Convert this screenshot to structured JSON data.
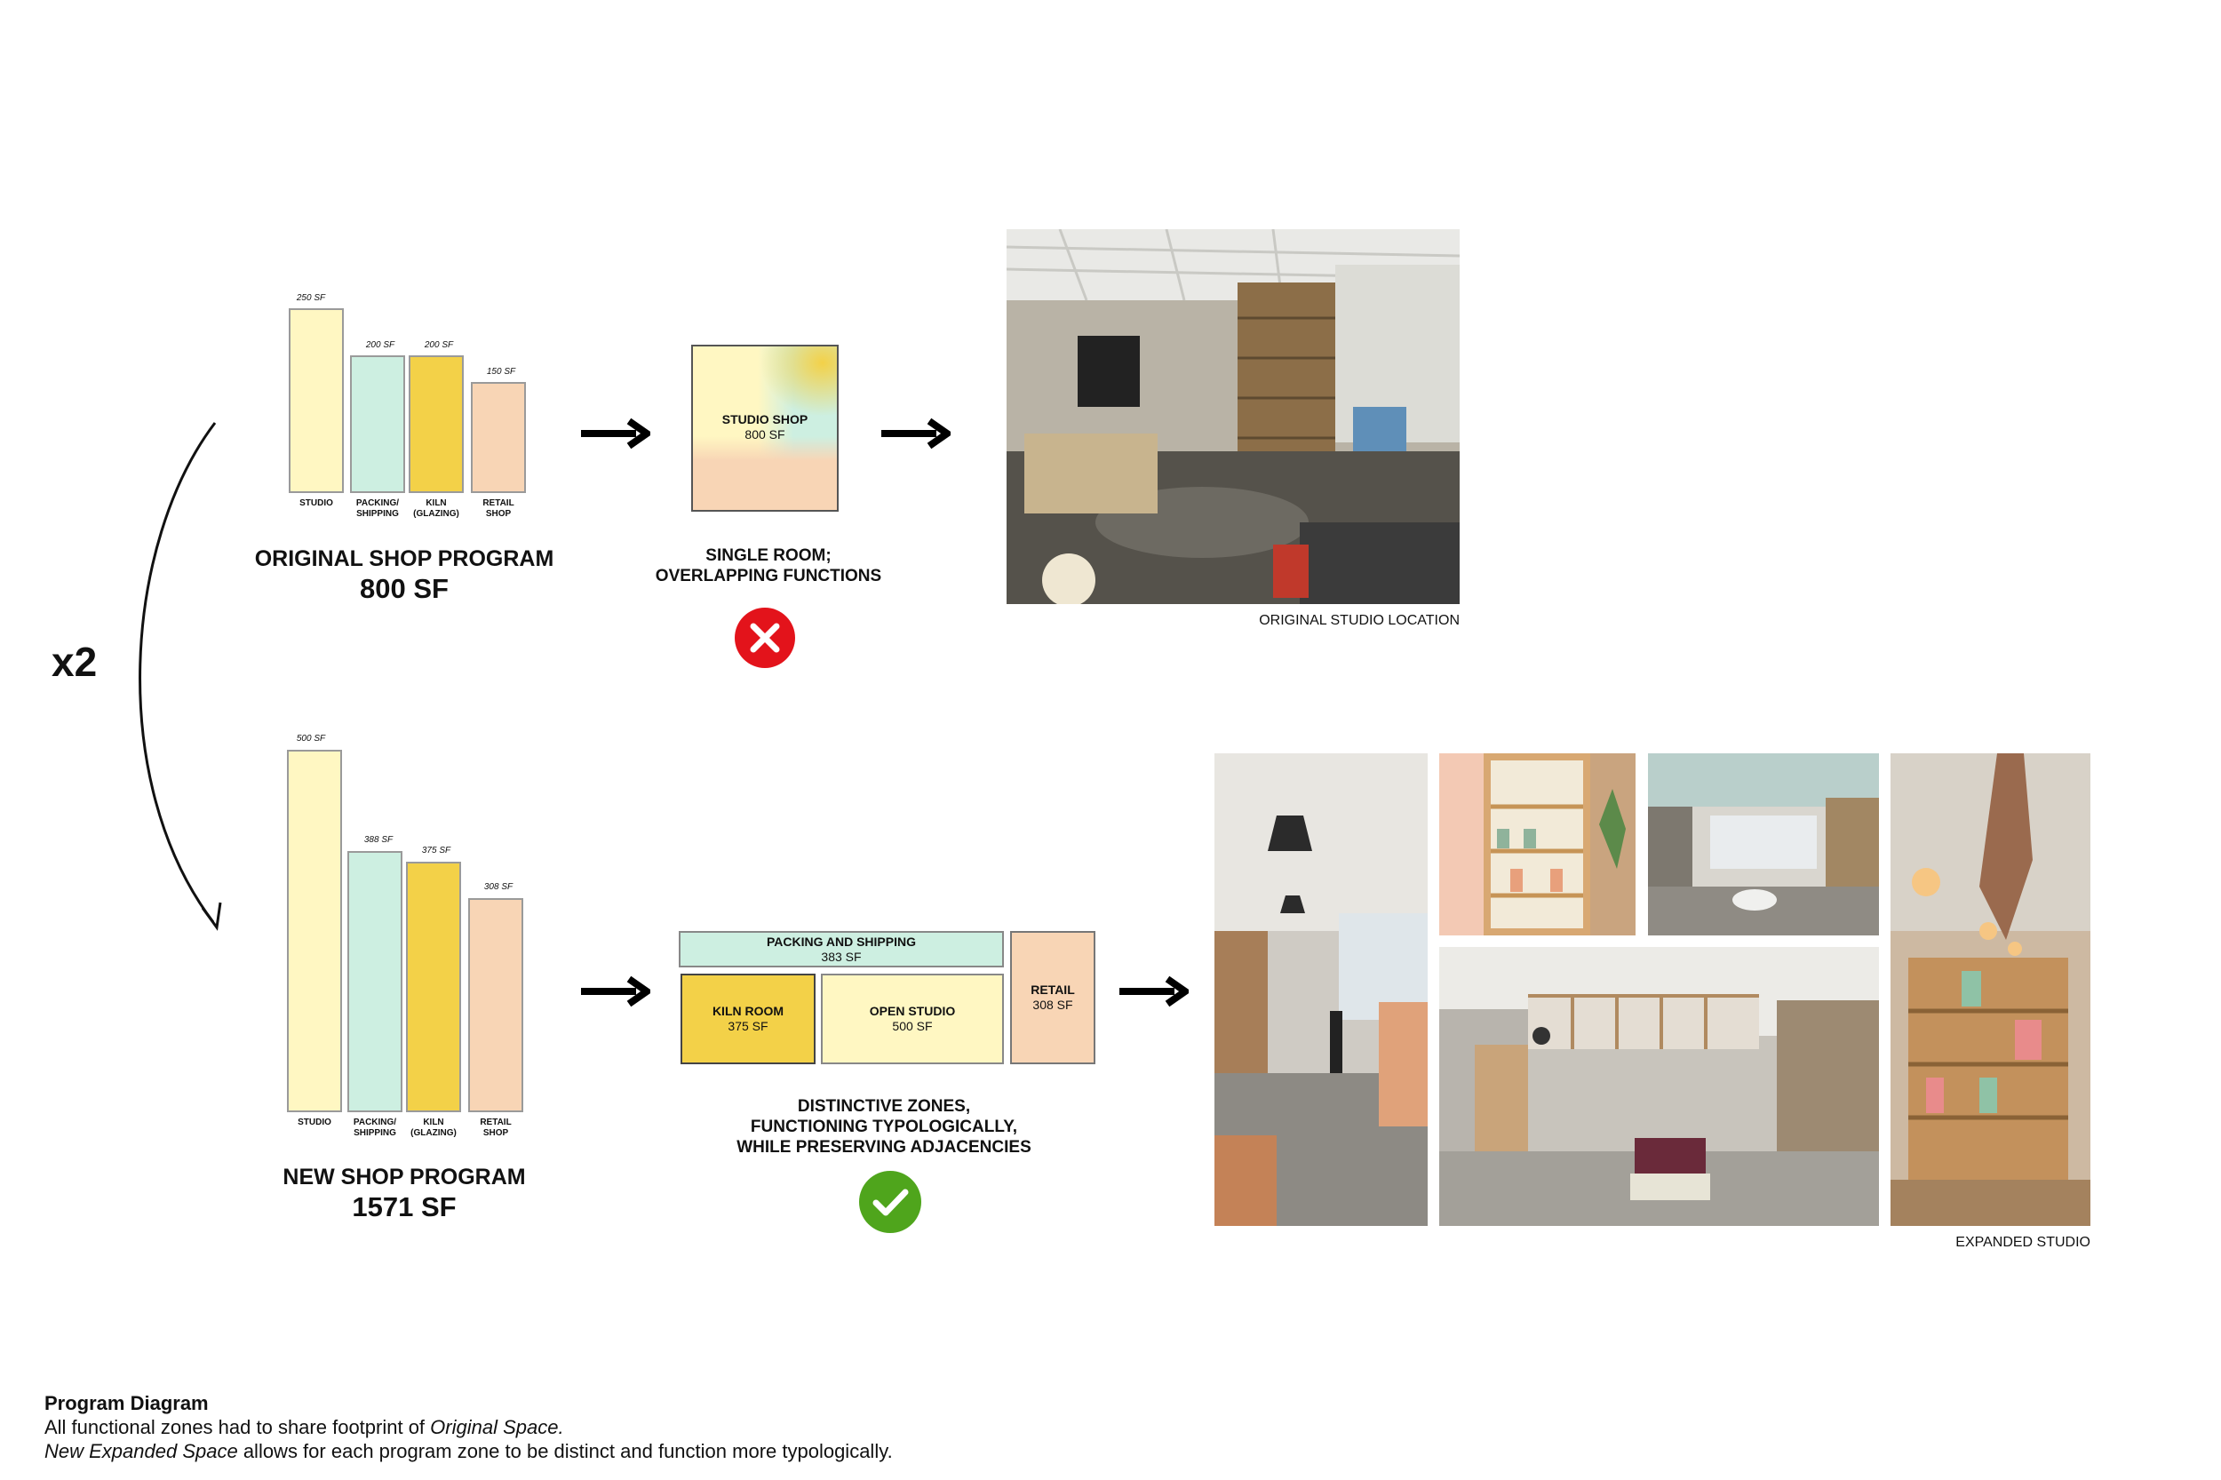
{
  "multiplier": "x2",
  "colors": {
    "studio": "#FFF7C2",
    "packing": "#CDEFE1",
    "kiln": "#F3D148",
    "retail": "#F8D5B5",
    "red": "#E3131B",
    "green": "#4FA51C"
  },
  "original": {
    "bars": [
      {
        "value": "250 SF",
        "label": "STUDIO",
        "sf": 250
      },
      {
        "value": "200 SF",
        "label": "PACKING/\nSHIPPING",
        "sf": 200
      },
      {
        "value": "200 SF",
        "label": "KILN\n(GLAZING)",
        "sf": 200
      },
      {
        "value": "150 SF",
        "label": "RETAIL\nSHOP",
        "sf": 150
      }
    ],
    "title": "ORIGINAL SHOP PROGRAM",
    "total": "800 SF",
    "diagram": {
      "name": "STUDIO SHOP",
      "area": "800 SF"
    },
    "caption": "SINGLE ROOM;\nOVERLAPPING FUNCTIONS",
    "status_icon": "x-icon",
    "photo_caption": "ORIGINAL STUDIO LOCATION"
  },
  "new": {
    "bars": [
      {
        "value": "500 SF",
        "label": "STUDIO",
        "sf": 500
      },
      {
        "value": "388 SF",
        "label": "PACKING/\nSHIPPING",
        "sf": 388
      },
      {
        "value": "375 SF",
        "label": "KILN\n(GLAZING)",
        "sf": 375
      },
      {
        "value": "308 SF",
        "label": "RETAIL\nSHOP",
        "sf": 308
      }
    ],
    "title": "NEW SHOP PROGRAM",
    "total": "1571 SF",
    "zones": {
      "packing": {
        "name": "PACKING AND SHIPPING",
        "area": "383 SF"
      },
      "kiln": {
        "name": "KILN ROOM",
        "area": "375 SF"
      },
      "studio": {
        "name": "OPEN STUDIO",
        "area": "500 SF"
      },
      "retail": {
        "name": "RETAIL",
        "area": "308 SF"
      }
    },
    "caption": "DISTINCTIVE ZONES,\nFUNCTIONING TYPOLOGICALLY,\nWHILE PRESERVING ADJACENCIES",
    "status_icon": "check-icon",
    "photo_caption": "EXPANDED STUDIO"
  },
  "notes": {
    "heading": "Program Diagram",
    "line1_prefix": "All functional zones had to share footprint of ",
    "line1_em": "Original Space.",
    "line2_em": "New Expanded Space",
    "line2_suffix": " allows for each program zone to be distinct and function more typologically."
  }
}
